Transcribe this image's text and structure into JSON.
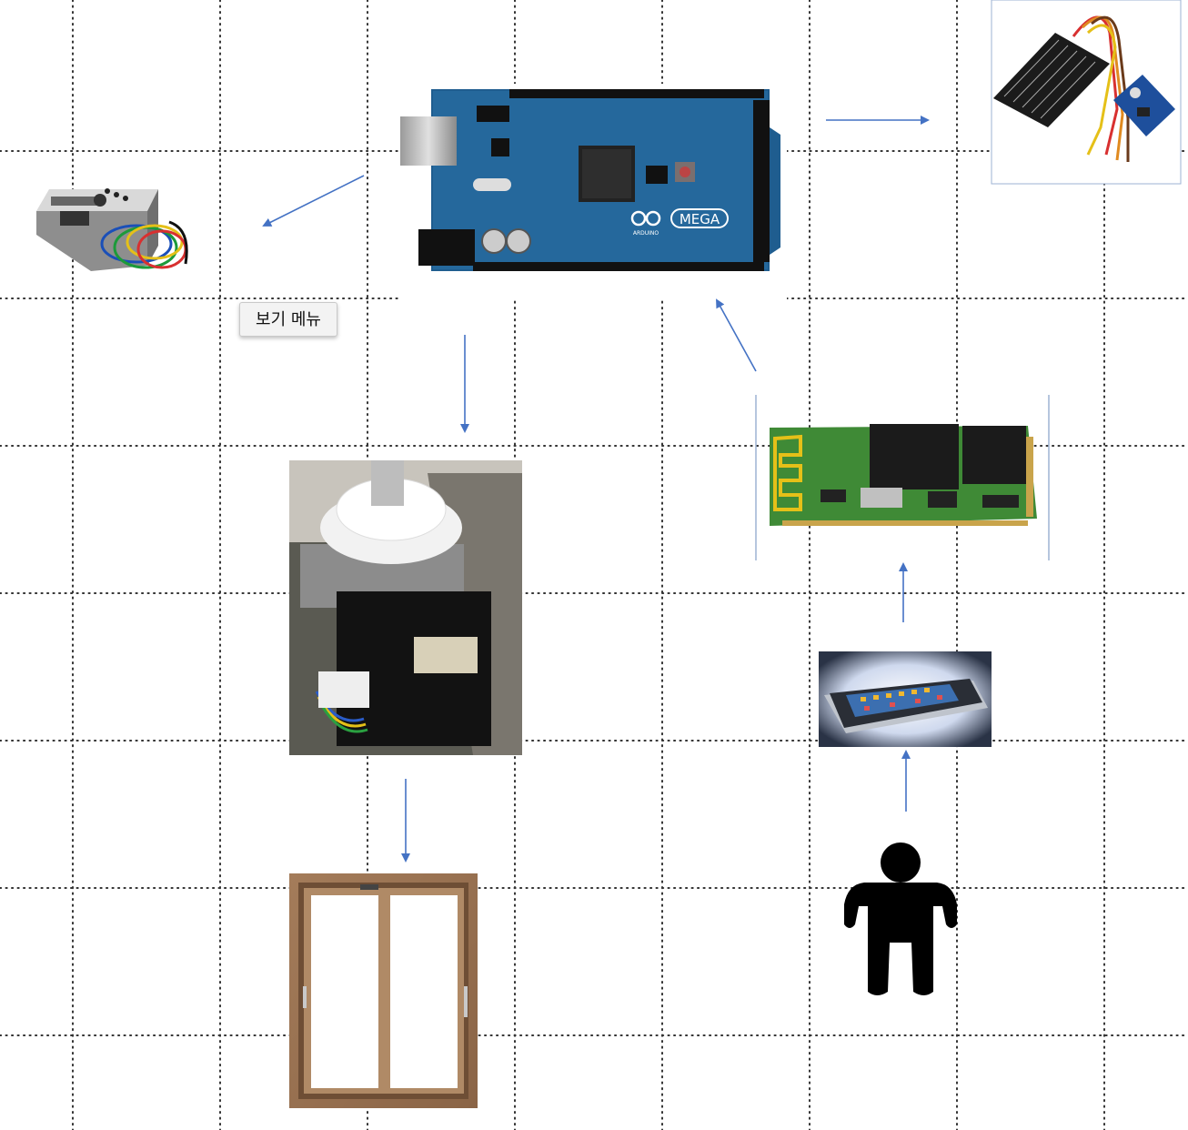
{
  "colors": {
    "arrow": "#4472c4",
    "grid_dot": "#333333"
  },
  "nodes": [
    {
      "id": "dust-sensor",
      "icon": "dust-sensor-module"
    },
    {
      "id": "arduino-mega",
      "icon": "arduino-mega-board"
    },
    {
      "id": "rain-sensor",
      "icon": "rain-sensor-module"
    },
    {
      "id": "stepper-motor",
      "icon": "stepper-motor-with-gear"
    },
    {
      "id": "bluetooth-module",
      "icon": "bluetooth-hc06-module"
    },
    {
      "id": "smartphone",
      "icon": "smartphone"
    },
    {
      "id": "window",
      "icon": "sliding-window"
    },
    {
      "id": "person",
      "icon": "person-silhouette"
    }
  ],
  "view_menu_button": {
    "label": "보기 메뉴"
  },
  "arduino_logo": {
    "text": "MEGA",
    "brand": "ARDUINO"
  }
}
